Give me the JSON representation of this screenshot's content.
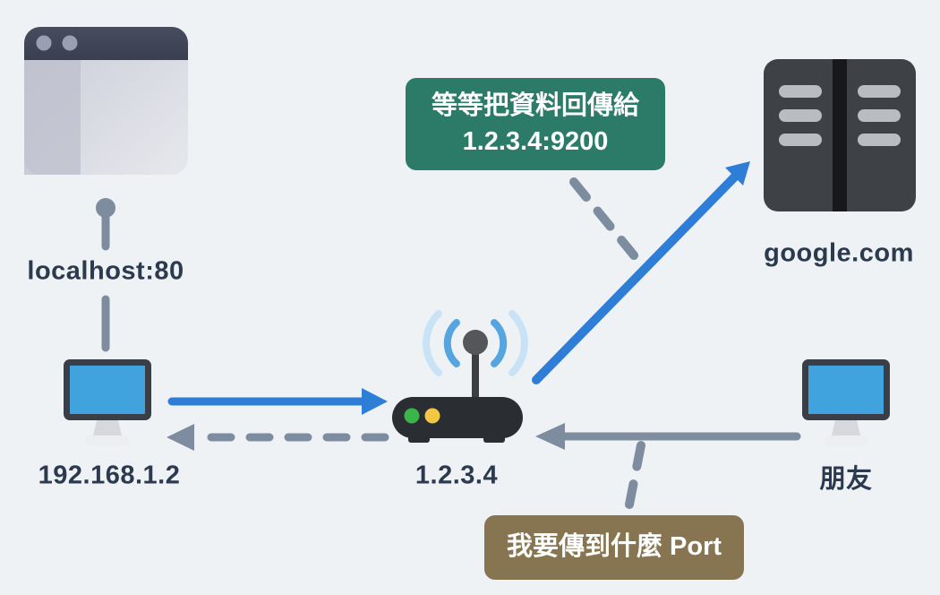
{
  "diagram_title": "NAT port forwarding diagram",
  "nodes": {
    "browser": {
      "label": "localhost:80",
      "icon": "browser-window-icon"
    },
    "client": {
      "label": "192.168.1.2",
      "icon": "desktop-computer-icon"
    },
    "router": {
      "label": "1.2.3.4",
      "icon": "wifi-router-icon"
    },
    "server": {
      "label": "google.com",
      "icon": "server-rack-icon"
    },
    "friend": {
      "label": "朋友",
      "icon": "desktop-computer-icon"
    }
  },
  "callouts": {
    "reply": {
      "line1": "等等把資料回傳給",
      "line2": "1.2.3.4:9200",
      "color": "#2b7b68"
    },
    "port": {
      "text": "我要傳到什麼 Port",
      "color": "#867550"
    }
  },
  "edges": [
    {
      "from": "client",
      "to": "router",
      "style": "solid",
      "color": "#2e7ed8",
      "name": "request-arrow"
    },
    {
      "from": "router",
      "to": "client",
      "style": "dashed",
      "color": "#7d8c9e",
      "name": "reply-arrow"
    },
    {
      "from": "router",
      "to": "server",
      "style": "solid",
      "color": "#2e7ed8",
      "name": "outbound-arrow"
    },
    {
      "from": "friend",
      "to": "router",
      "style": "solid",
      "color": "#7d8c9e",
      "name": "friend-arrow"
    }
  ],
  "colors": {
    "background": "#eef2f5",
    "accent_blue": "#2e7ed8",
    "connector_gray": "#7d8c9e",
    "label_text": "#2c3a4f",
    "screen_blue": "#41a3dd",
    "router_body": "#2a2d31",
    "router_led_green": "#3bb54a",
    "router_led_yellow": "#f2c744",
    "wifi_inner": "#57a5e0",
    "wifi_outer": "#c8e2f6"
  }
}
